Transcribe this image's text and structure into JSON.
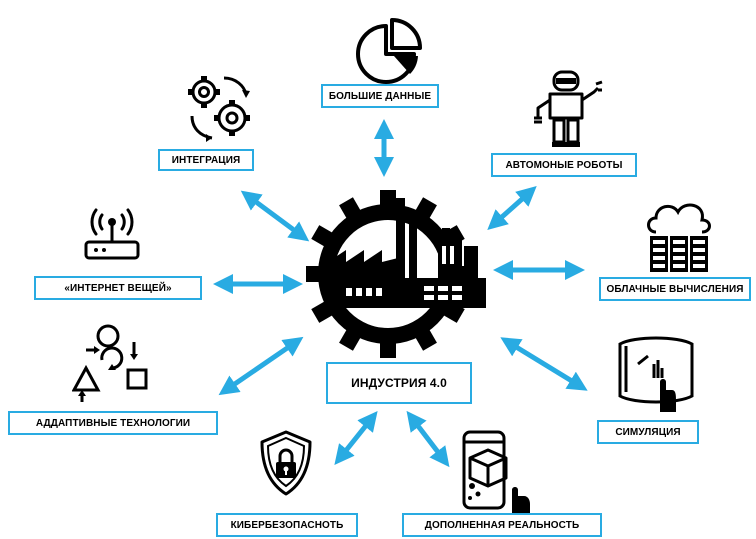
{
  "center": {
    "label": "ИНДУСТРИЯ 4.0",
    "icon": "factory-gear-icon"
  },
  "nodes": [
    {
      "id": "big-data",
      "label": "БОЛЬШИЕ ДАННЫЕ",
      "icon": "pie-chart-icon"
    },
    {
      "id": "integration",
      "label": "ИНТЕГРАЦИЯ",
      "icon": "gears-icon"
    },
    {
      "id": "robots",
      "label": "АВТОМОНЫЕ РОБОТЫ",
      "icon": "robot-icon"
    },
    {
      "id": "iot",
      "label": "«ИНТЕРНЕТ ВЕЩЕЙ»",
      "icon": "wifi-router-icon"
    },
    {
      "id": "cloud",
      "label": "ОБЛАЧНЫЕ ВЫЧИСЛЕНИЯ",
      "icon": "cloud-servers-icon"
    },
    {
      "id": "additive",
      "label": "АДДАПТИВНЫЕ ТЕХНОЛОГИИ",
      "icon": "shapes-cycle-icon"
    },
    {
      "id": "simulation",
      "label": "СИМУЛЯЦИЯ",
      "icon": "vr-screen-icon"
    },
    {
      "id": "cyber",
      "label": "КИБЕРБЕЗОПАСНОТЬ",
      "icon": "shield-lock-icon"
    },
    {
      "id": "ar",
      "label": "ДОПОЛНЕННАЯ РЕАЛЬНОСТЬ",
      "icon": "ar-tablet-icon"
    }
  ],
  "colors": {
    "arrow": "#29abe2",
    "border": "#29abe2",
    "icon": "#000000",
    "background": "#ffffff"
  }
}
